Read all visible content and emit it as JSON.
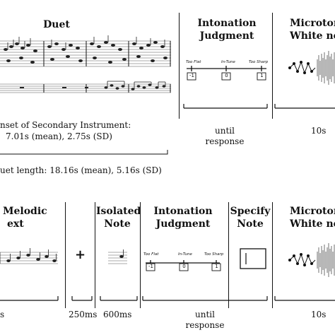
{
  "top": {
    "duet": {
      "title": "Duet"
    },
    "onset_line1": "nset of Secondary Instrument:",
    "onset_line2": "7.01s (mean), 2.75s (SD)",
    "length_line": "uet length: 18.16s (mean), 5.16s (SD)",
    "intonation": {
      "title_line1": "Intonation",
      "title_line2": "Judgment",
      "labels": [
        "Too Flat",
        "In-Tune",
        "Too Sharp"
      ],
      "values": [
        "-1",
        "0",
        "1"
      ],
      "duration_line1": "until",
      "duration_line2": "response"
    },
    "noise": {
      "title_line1": "Microton",
      "title_line2": "White no",
      "duration": "10s"
    }
  },
  "bottom": {
    "context": {
      "title_line1": "Melodic",
      "title_line2": "ext",
      "duration": "s"
    },
    "fixation": {
      "symbol": "+",
      "duration": "250ms"
    },
    "isolated": {
      "title_line1": "Isolated",
      "title_line2": "Note",
      "duration": "600ms"
    },
    "intonation": {
      "title_line1": "Intonation",
      "title_line2": "Judgment",
      "labels": [
        "Too Flat",
        "In-Tune",
        "Too Sharp"
      ],
      "values": [
        "-1",
        "0",
        "1"
      ],
      "duration_line1": "until",
      "duration_line2": "response"
    },
    "specify": {
      "title_line1": "Specify",
      "title_line2": "Note"
    },
    "noise": {
      "title_line1": "Microton",
      "title_line2": "White no",
      "duration": "10s"
    }
  }
}
